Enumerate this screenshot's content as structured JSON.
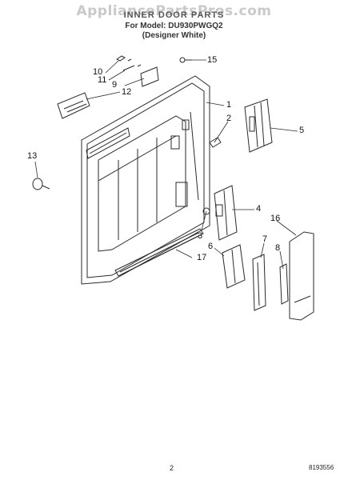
{
  "header": {
    "watermark": "AppliancePartsPros.com",
    "title": "INNER DOOR PARTS",
    "model_line": "For Model: DU930PWGQ2",
    "finish_line": "(Designer White)"
  },
  "callouts": [
    "1",
    "2",
    "3",
    "4",
    "5",
    "6",
    "7",
    "8",
    "9",
    "10",
    "11",
    "12",
    "13",
    "15",
    "16",
    "17"
  ],
  "footer": {
    "page_number": "2",
    "part_number": "8193556"
  }
}
